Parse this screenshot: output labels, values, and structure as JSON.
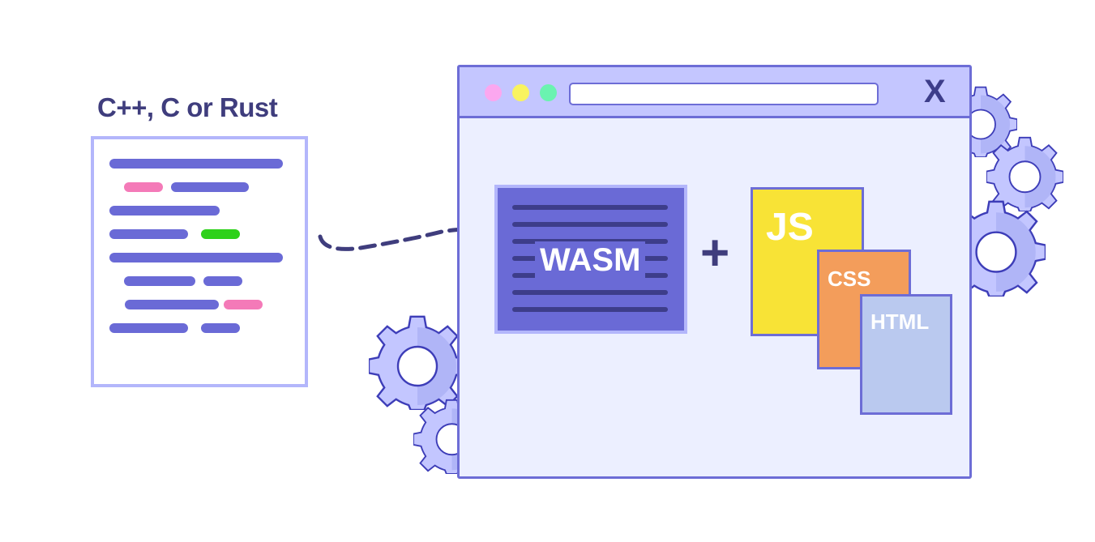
{
  "source": {
    "label": "C++, C or Rust"
  },
  "browser": {
    "close_glyph": "X",
    "dots": [
      "pink-dot",
      "yellow-dot",
      "green-dot"
    ]
  },
  "wasm": {
    "label": "WASM"
  },
  "plus_glyph": "+",
  "files": {
    "js": "JS",
    "css": "CSS",
    "html": "HTML"
  },
  "colors": {
    "accent": "#6a6ad6",
    "frame": "#6d6dd6",
    "browser_bg": "#ecefff",
    "title_bar": "#c4c6ff",
    "js_file": "#f8e336",
    "css_file": "#f39d5b",
    "html_file": "#bac9ef",
    "text_dark": "#3f3d7d"
  }
}
